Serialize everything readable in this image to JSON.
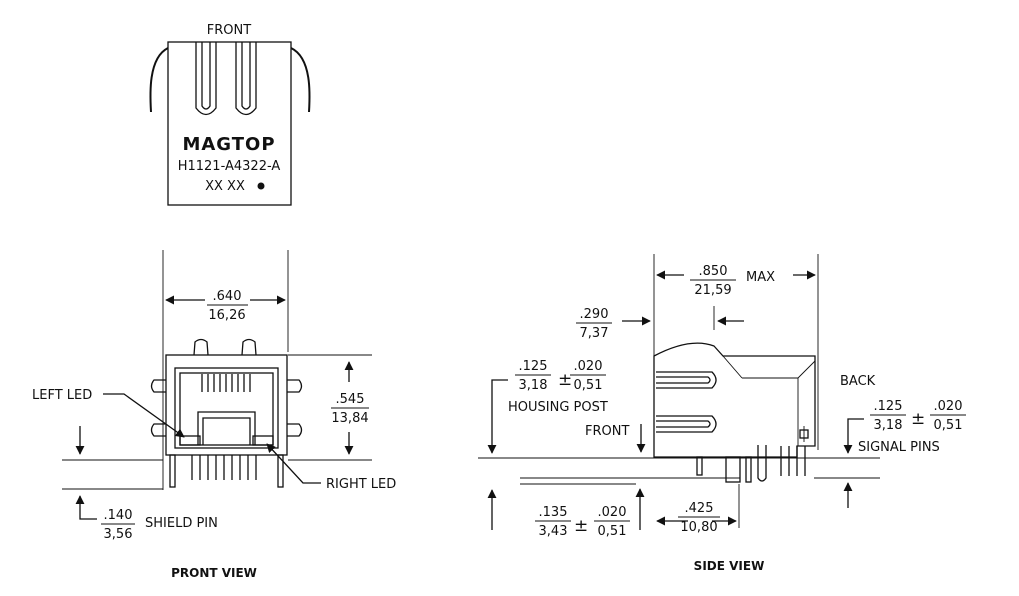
{
  "top_view": {
    "front_label": "FRONT",
    "brand": "MAGTOP",
    "part_number": "H1121-A4322-A",
    "date_code": "XX XX"
  },
  "front_view": {
    "width_in": ".640",
    "width_mm": "16,26",
    "height_in": ".545",
    "height_mm": "13,84",
    "left_led": "LEFT LED",
    "right_led": "RIGHT LED",
    "shield_in": ".140",
    "shield_mm": "3,56",
    "shield_label": "SHIELD PIN",
    "caption": "PRONT VIEW"
  },
  "side_view": {
    "length_in": ".850",
    "length_mm": "21,59",
    "max_label": "MAX",
    "offset_in": ".290",
    "offset_mm": "7,37",
    "post_in": ".125",
    "post_mm": "3,18",
    "post_tol_in": ".020",
    "post_tol_mm": "0,51",
    "post_label": "HOUSING POST",
    "front_label": "FRONT",
    "back_label": "BACK",
    "sig_in": ".125",
    "sig_mm": "3,18",
    "sig_tol_in": ".020",
    "sig_tol_mm": "0,51",
    "sig_label": "SIGNAL PINS",
    "bot_in": ".135",
    "bot_mm": "3,43",
    "bot_tol_in": ".020",
    "bot_tol_mm": "0,51",
    "pitch_in": ".425",
    "pitch_mm": "10,80",
    "plus_minus": "±",
    "caption": "SIDE VIEW"
  }
}
